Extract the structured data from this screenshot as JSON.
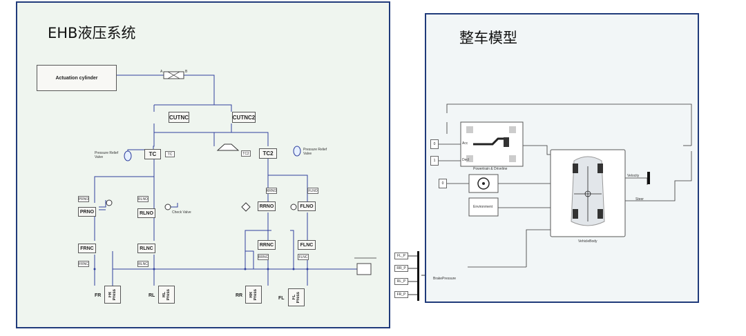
{
  "ehb": {
    "title": "EHB液压系统",
    "actuation_label": "Actuation cylinder",
    "port_a": "A",
    "port_b": "B",
    "blocks": {
      "cutnc": "CUTNC",
      "cutnc2": "CUTNC2",
      "tc": "TC",
      "tc2": "TC2",
      "prno": "PRNO",
      "rlno": "RLNO",
      "rrno": "RRNO",
      "flno": "FLNO",
      "frnc": "FRNC",
      "rlnc": "RLNC",
      "rrnc": "RRNC",
      "flnc": "FLNC"
    },
    "tags": {
      "tc_in": "TC",
      "tc2_in": "TC2",
      "prno_in": "PRNO",
      "rlno_in": "RLNO",
      "rrno_in": "RRNO",
      "flno_in": "FLNO",
      "frnc_in": "FRNC",
      "rlnc_in": "RLNC",
      "rrnc_in": "RRNC",
      "flnc_in": "FLNC"
    },
    "notes": {
      "relief_left": "Pressure Relief Valve",
      "relief_right": "Pressure Relief Valve",
      "check_valve": "Check Valve"
    },
    "wheels": [
      {
        "label": "FR",
        "name": "FR",
        "sub": "Press"
      },
      {
        "label": "RL",
        "name": "RL",
        "sub": "Press"
      },
      {
        "label": "RR",
        "name": "RR",
        "sub": "Press"
      },
      {
        "label": "FL",
        "name": "FL",
        "sub": "Press"
      }
    ]
  },
  "vehicle": {
    "title": "整车模型",
    "const_top": "0",
    "const_mid": "1",
    "const_steer": "0",
    "acc_port": "Acc",
    "decel_port": "Decl",
    "powertrain_label": "Powertrain & Driveline",
    "environment_label": "Environment",
    "vehicle_body_label": "VehicleBody",
    "velocity_label": "Velocity",
    "steer_label": "Steer",
    "brake_pressure_label": "BrakePressure",
    "brake_pressure_tags": [
      "FL_P",
      "RR_P",
      "RL_P",
      "FR_P"
    ]
  }
}
